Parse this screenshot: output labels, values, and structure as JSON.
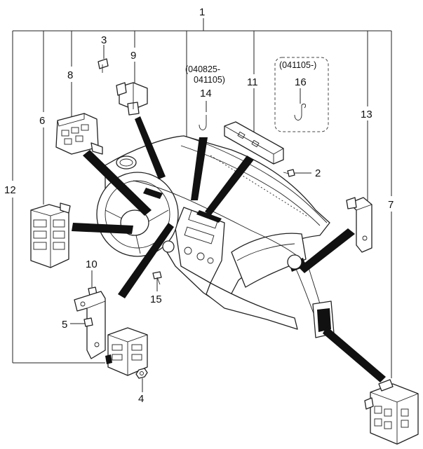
{
  "callouts": {
    "c1": "1",
    "c2": "2",
    "c3": "3",
    "c4": "4",
    "c5": "5",
    "c6": "6",
    "c7": "7",
    "c8": "8",
    "c9": "9",
    "c10": "10",
    "c11": "11",
    "c12": "12",
    "c13": "13",
    "c14": "14",
    "c15": "15",
    "c16": "16"
  },
  "date_notes": {
    "note14_line1": "(040825-",
    "note14_line2": "041105)",
    "note16": "(041105-)"
  }
}
